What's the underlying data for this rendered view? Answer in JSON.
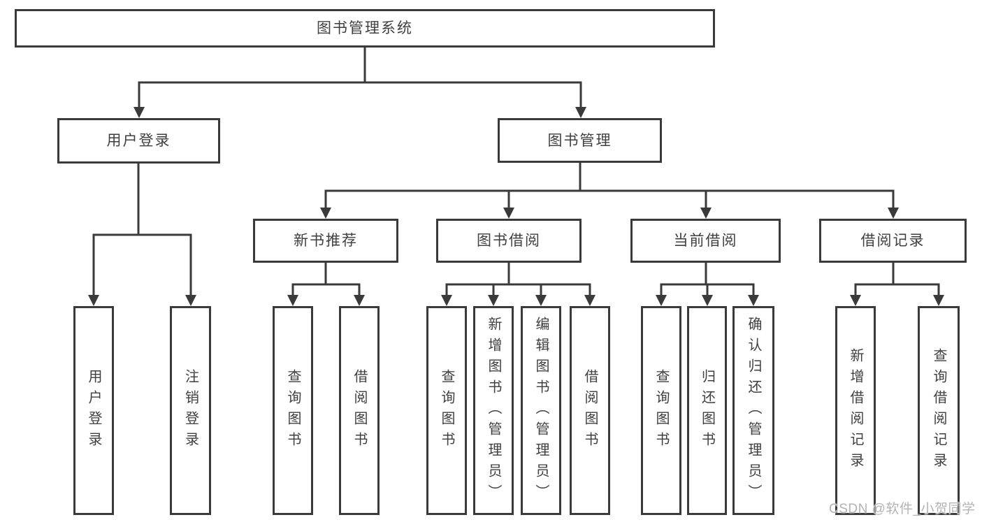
{
  "diagram": {
    "type": "tree-structure-diagram",
    "title": "图书管理系统",
    "watermark": "CSDN @软件_小贺同学",
    "colors": {
      "background": "#ffffff",
      "box_border": "#3a3a3a",
      "connector_line": "#3a3a3a",
      "text": "#3f3f3f",
      "watermark_text": "#b3b3b3"
    },
    "nodes": {
      "root": {
        "label": "图书管理系统"
      },
      "user_login": {
        "label": "用户登录"
      },
      "book_mgmt": {
        "label": "图书管理"
      },
      "new_book_rec": {
        "label": "新书推荐"
      },
      "book_borrow": {
        "label": "图书借阅"
      },
      "current_borrow": {
        "label": "当前借阅"
      },
      "borrow_records": {
        "label": "借阅记录"
      },
      "leaf_user_login": {
        "label": "用户登录"
      },
      "leaf_logout": {
        "label": "注销登录"
      },
      "leaf_query_book_1": {
        "label": "查询图书"
      },
      "leaf_borrow_book_1": {
        "label": "借阅图书"
      },
      "leaf_query_book_2": {
        "label": "查询图书"
      },
      "leaf_add_book": {
        "label": "新增图书（管理员）"
      },
      "leaf_edit_book": {
        "label": "编辑图书（管理员）"
      },
      "leaf_borrow_book_2": {
        "label": "借阅图书"
      },
      "leaf_query_book_3": {
        "label": "查询图书"
      },
      "leaf_return_book": {
        "label": "归还图书"
      },
      "leaf_confirm_return": {
        "label": "确认归还（管理员）"
      },
      "leaf_add_borrow_record": {
        "label": "新增借阅记录"
      },
      "leaf_query_borrow_record": {
        "label": "查询借阅记录"
      }
    },
    "hierarchy": {
      "root": [
        "user_login",
        "book_mgmt"
      ],
      "user_login": [
        "leaf_user_login",
        "leaf_logout"
      ],
      "book_mgmt": [
        "new_book_rec",
        "book_borrow",
        "current_borrow",
        "borrow_records"
      ],
      "new_book_rec": [
        "leaf_query_book_1",
        "leaf_borrow_book_1"
      ],
      "book_borrow": [
        "leaf_query_book_2",
        "leaf_add_book",
        "leaf_edit_book",
        "leaf_borrow_book_2"
      ],
      "current_borrow": [
        "leaf_query_book_3",
        "leaf_return_book",
        "leaf_confirm_return"
      ],
      "borrow_records": [
        "leaf_add_borrow_record",
        "leaf_query_borrow_record"
      ]
    }
  }
}
